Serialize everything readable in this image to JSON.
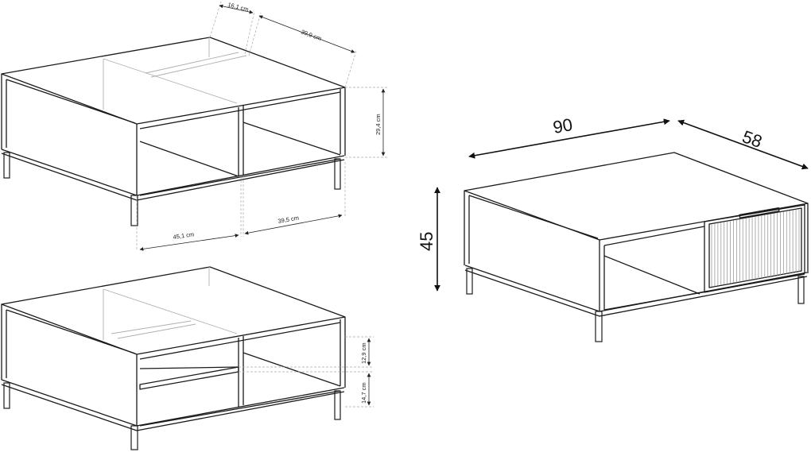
{
  "dimensions": {
    "top_depth": "16,1 cm",
    "top_width": "39,9 cm",
    "shelf_height": "29,4 cm",
    "front_left": "45,1 cm",
    "front_right": "39,5 cm",
    "upper_gap": "12,9 cm",
    "lower_gap": "14,7 cm",
    "overall_width": "90",
    "overall_depth": "58",
    "overall_height": "45"
  },
  "colors": {
    "line": "#1a1a1a",
    "guide": "#a8a8a8",
    "background": "#ffffff"
  }
}
